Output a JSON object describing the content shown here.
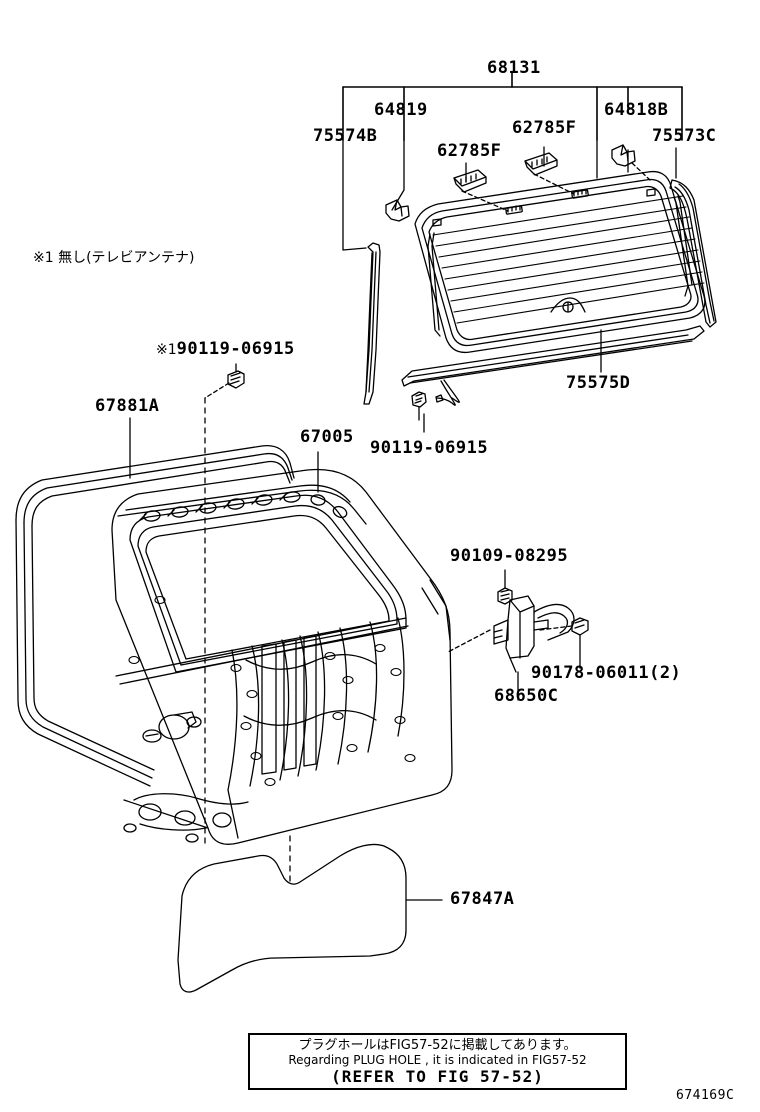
{
  "diagram": {
    "figure_code": "674169C",
    "note_japanese": "※1 無し(テレビアンテナ)",
    "bracket_label": "68131"
  },
  "labels": {
    "top_bracket": "68131",
    "l_64819": "64819",
    "l_75574B": "75574B",
    "l_62785F_left": "62785F",
    "l_62785F_right": "62785F",
    "l_64818B": "64818B",
    "l_75573C": "75573C",
    "l_75575D": "75575D",
    "l_90119_06915_star": "90119-06915",
    "l_star_prefix": "※1",
    "l_67881A": "67881A",
    "l_67005": "67005",
    "l_90119_06915": "90119-06915",
    "l_90109_08295": "90109-08295",
    "l_90178_06011": "90178-06011(2)",
    "l_68650C": "68650C",
    "l_67847A": "67847A"
  },
  "footnote": {
    "japanese": "プラグホールはFIG57-52に掲載してあります。",
    "english": "Regarding PLUG HOLE , it is indicated in FIG57-52",
    "refer": "(REFER TO FIG 57-52)"
  }
}
